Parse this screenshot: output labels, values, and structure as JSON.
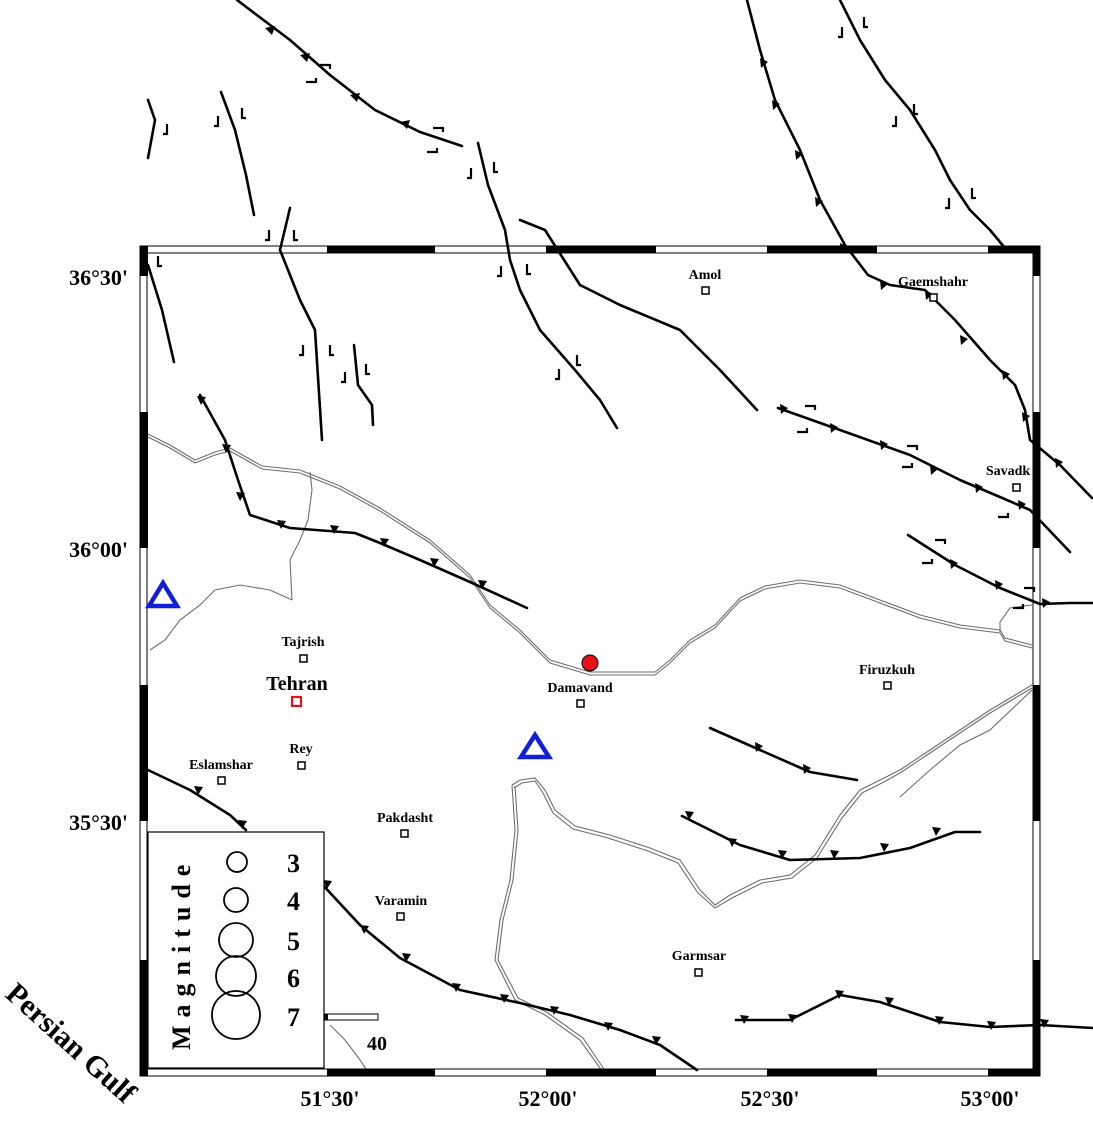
{
  "map": {
    "lat_labels": [
      "36°30'",
      "36°00'",
      "35°30'"
    ],
    "lon_labels": [
      "51°30'",
      "52°00'",
      "52°30'",
      "53°00'"
    ],
    "cities": [
      {
        "id": "amol",
        "name": "Amol"
      },
      {
        "id": "gaemshahr",
        "name": "Gaemshahr"
      },
      {
        "id": "savadk",
        "name": "Savadk"
      },
      {
        "id": "tajrish",
        "name": "Tajrish"
      },
      {
        "id": "tehran",
        "name": "Tehran"
      },
      {
        "id": "damavand",
        "name": "Damavand"
      },
      {
        "id": "firuzkuh",
        "name": "Firuzkuh"
      },
      {
        "id": "rey",
        "name": "Rey"
      },
      {
        "id": "eslamshar",
        "name": "Eslamshar"
      },
      {
        "id": "pakdasht",
        "name": "Pakdasht"
      },
      {
        "id": "varamin",
        "name": "Varamin"
      },
      {
        "id": "garmsar",
        "name": "Garmsar"
      }
    ],
    "legend": {
      "title": "Magnitude",
      "items": [
        "3",
        "4",
        "5",
        "6",
        "7"
      ]
    },
    "scale_label": "40",
    "sea_label": "Persian Gulf",
    "colors": {
      "event": "#e8101a",
      "station": "#1020d8",
      "capital": "#e8101a",
      "fault": "#000000",
      "contour": "#6e6e6e"
    },
    "symbols": {
      "station": "triangle-outline",
      "event": "filled-circle",
      "city": "small-square"
    }
  }
}
